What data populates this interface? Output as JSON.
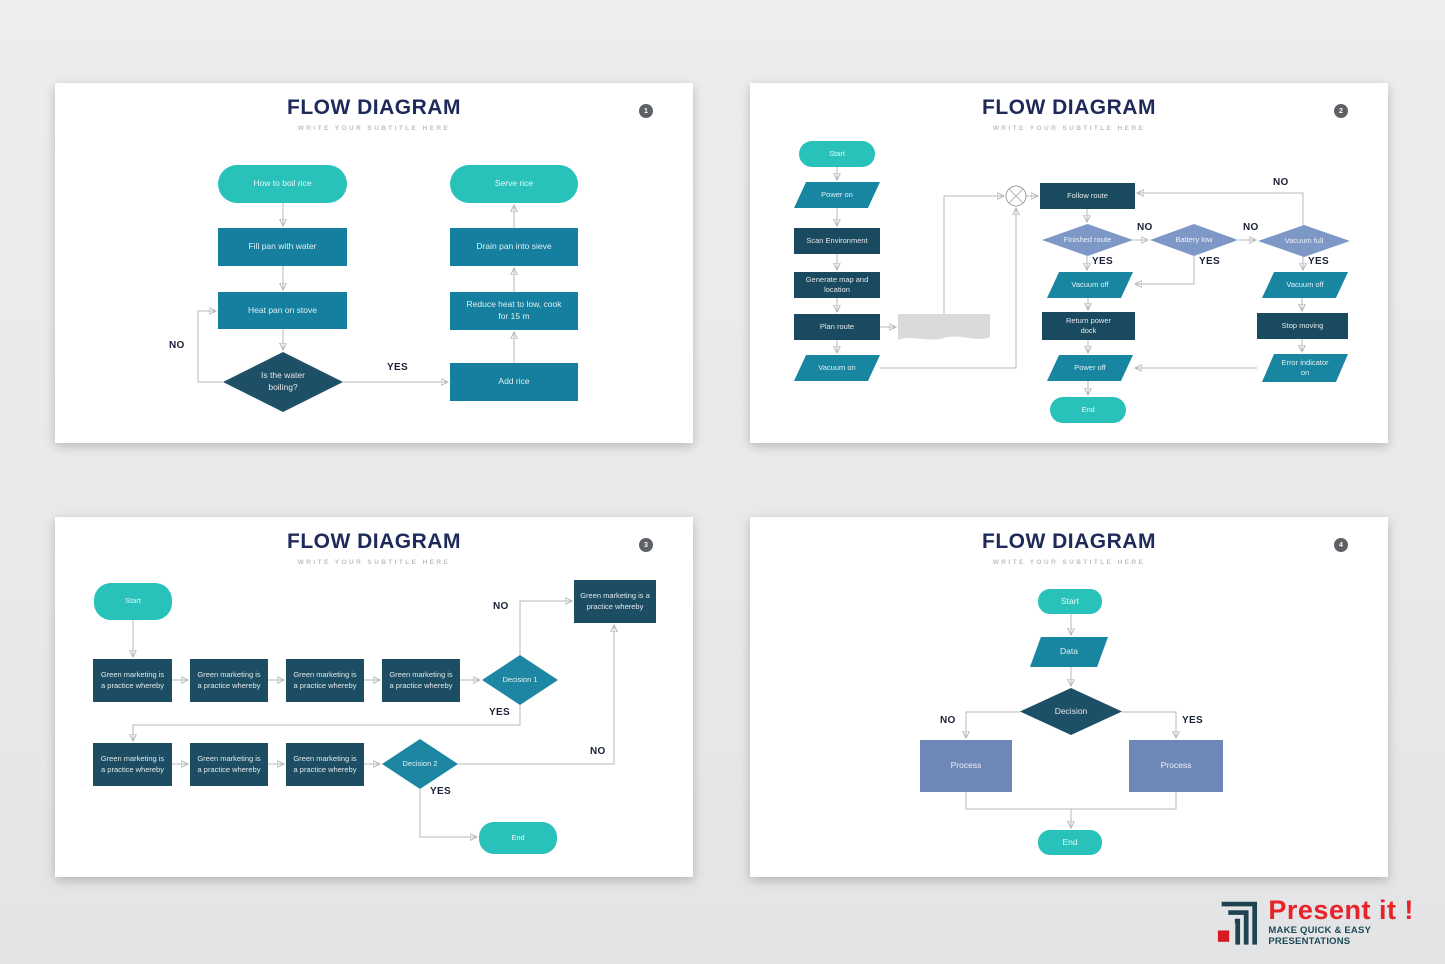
{
  "slide1": {
    "title": "FLOW DIAGRAM",
    "subtitle": "WRITE YOUR SUBTITLE HERE",
    "badge": "1",
    "nodes": {
      "start": "How to boil rice",
      "fill": "Fill pan with water",
      "heat": "Heat pan on stove",
      "boiling": "Is the water boiling?",
      "add": "Add rice",
      "reduce": "Reduce heat to low, cook for 15 m",
      "drain": "Drain pan into sieve",
      "serve": "Serve rice"
    },
    "labels": {
      "no": "NO",
      "yes": "YES"
    }
  },
  "slide2": {
    "title": "FLOW DIAGRAM",
    "subtitle": "WRITE YOUR SUBTITLE HERE",
    "badge": "2",
    "nodes": {
      "start": "Start",
      "power_on": "Power on",
      "scan": "Scan Environment",
      "map": "Generate map and location",
      "plan": "Plan route",
      "vacuum_on": "Vacuum on",
      "follow": "Follow route",
      "finished": "Finished route",
      "battery": "Battery low",
      "full": "Vacuum full",
      "vacuum_off_left": "Vacuum off",
      "vacuum_off_right": "Vacuum off",
      "dock": "Return power dock",
      "stop": "Stop moving",
      "power_off": "Power off",
      "error": "Error indicator on",
      "end": "End"
    },
    "labels": {
      "no": "NO",
      "yes": "YES"
    }
  },
  "slide3": {
    "title": "FLOW DIAGRAM",
    "subtitle": "WRITE YOUR SUBTITLE HERE",
    "badge": "3",
    "nodes": {
      "start": "Start",
      "box": "Green marketing is a practice whereby",
      "decision1": "Decision 1",
      "decision2": "Decision 2",
      "end": "End"
    },
    "labels": {
      "no": "NO",
      "yes": "YES"
    }
  },
  "slide4": {
    "title": "FLOW DIAGRAM",
    "subtitle": "WRITE YOUR SUBTITLE HERE",
    "badge": "4",
    "nodes": {
      "start": "Start",
      "data": "Data",
      "decision": "Decision",
      "process_left": "Process",
      "process_right": "Process",
      "end": "End"
    },
    "labels": {
      "no": "NO",
      "yes": "YES"
    }
  },
  "logo": {
    "brand": "Present it !",
    "tagline": "MAKE QUICK & EASY PRESENTATIONS"
  }
}
